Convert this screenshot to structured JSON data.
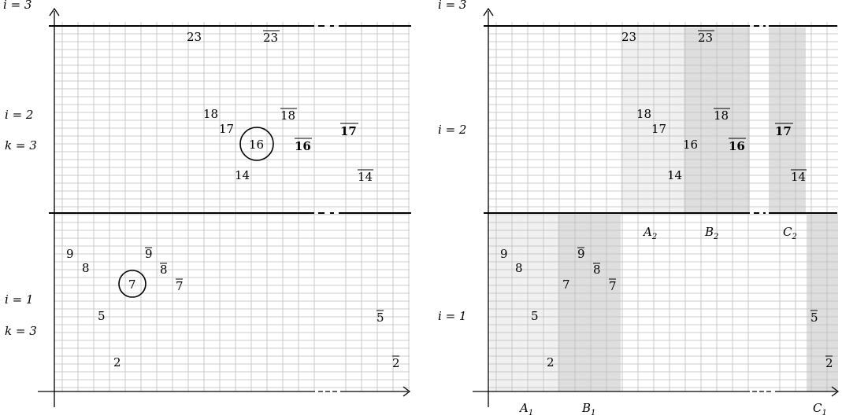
{
  "left_panel": {
    "axis_labels": {
      "i3": "i = 3",
      "i2": "i = 2",
      "k3_top": "k = 3",
      "i1": "i = 1",
      "k3_bottom": "k = 3"
    },
    "numbers": [
      "23",
      "23",
      "18",
      "18",
      "17",
      "17",
      "16",
      "16",
      "14",
      "14",
      "9",
      "9",
      "8",
      "8",
      "7",
      "7",
      "5",
      "5",
      "2",
      "2"
    ]
  },
  "right_panel": {
    "axis_labels": {
      "i3": "i = 3",
      "i2": "i = 2",
      "i1": "i = 1"
    },
    "numbers": [
      "23",
      "23",
      "18",
      "18",
      "17",
      "17",
      "16",
      "16",
      "14",
      "14",
      "9",
      "9",
      "8",
      "8",
      "7",
      "7",
      "5",
      "5",
      "2",
      "2"
    ],
    "regions": {
      "A": "A",
      "B": "B",
      "C": "C",
      "sub1": "1",
      "sub2": "2"
    }
  },
  "colors": {
    "light_region": "#f0f0f0",
    "dark_region": "#dedede",
    "grid": "#bdbdbd"
  }
}
